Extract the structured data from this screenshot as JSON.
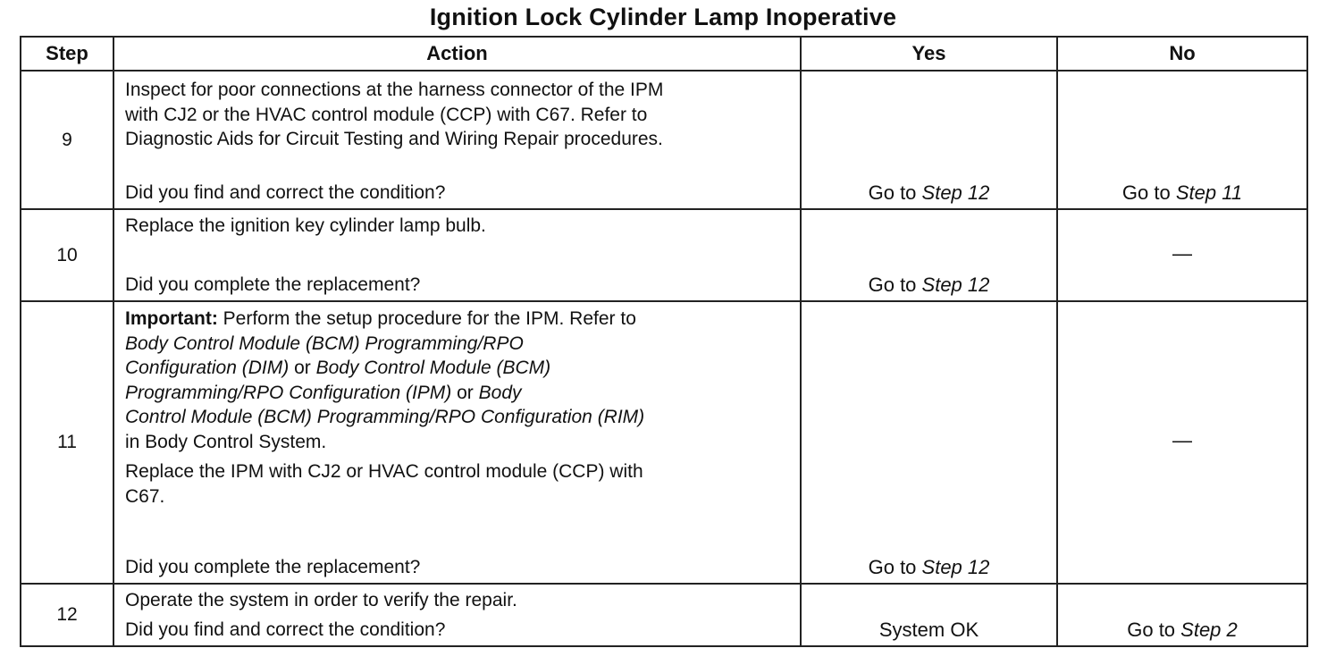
{
  "title": "Ignition Lock Cylinder Lamp Inoperative",
  "headers": {
    "step": "Step",
    "action": "Action",
    "yes": "Yes",
    "no": "No"
  },
  "rows": {
    "r9": {
      "step": "9",
      "action_lines": [
        "Inspect for poor connections at the harness connector of the IPM",
        "with CJ2 or the HVAC control module (CCP) with C67. Refer to",
        "Diagnostic Aids for Circuit Testing and Wiring Repair procedures."
      ],
      "question": "Did you find and correct the condition?",
      "yes_prefix": "Go to ",
      "yes_ref": "Step 12",
      "no_prefix": "Go to ",
      "no_ref": "Step 11"
    },
    "r10": {
      "step": "10",
      "action": "Replace the ignition key cylinder lamp bulb.",
      "question": "Did you complete the replacement?",
      "yes_prefix": "Go to ",
      "yes_ref": "Step 12",
      "no": "—"
    },
    "r11": {
      "step": "11",
      "important_label": "Important:",
      "important_text": " Perform the setup procedure for the IPM. Refer to",
      "ref_line1": "Body Control Module (BCM) Programming/RPO",
      "ref_line2a": "Configuration (DIM)",
      "or1": " or ",
      "ref_line2b": "Body Control Module (BCM)",
      "ref_line3a": "Programming/RPO Configuration (IPM)",
      "or2": " or ",
      "ref_line3b": "Body",
      "ref_line4": "Control Module (BCM) Programming/RPO Configuration (RIM)",
      "ref_line5": "in Body Control System.",
      "replace_line1": "Replace the IPM with CJ2 or HVAC control module (CCP) with",
      "replace_line2": "C67.",
      "question": "Did you complete the replacement?",
      "yes_prefix": "Go to ",
      "yes_ref": "Step 12",
      "no": "—"
    },
    "r12": {
      "step": "12",
      "action": "Operate the system in order to verify the repair.",
      "question": "Did you find and correct the condition?",
      "yes": "System OK",
      "no_prefix": "Go to ",
      "no_ref": "Step 2"
    }
  }
}
